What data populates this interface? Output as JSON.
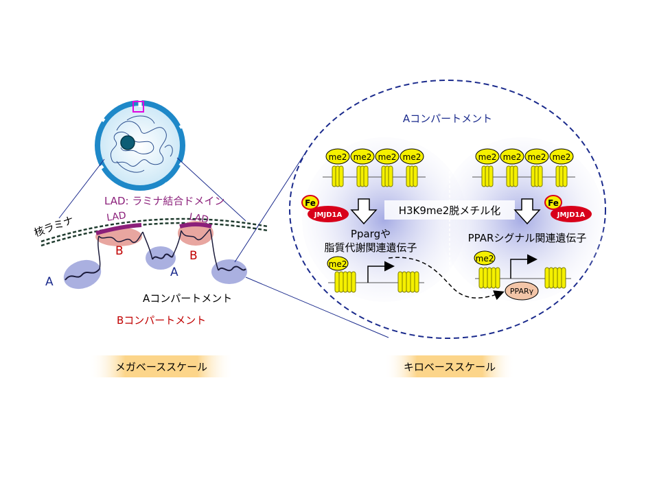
{
  "left": {
    "lad_title": "LAD: ラミナ結合ドメイン",
    "lamina_label": "核ラミナ",
    "lad_label_1": "LAD",
    "lad_label_2": "LAD",
    "b_label_1": "B",
    "b_label_2": "B",
    "a_label_1": "A",
    "a_label_2": "A",
    "a_compartment": "Aコンパートメント",
    "b_compartment": "Bコンパートメント",
    "scale_label": "メガベーススケール"
  },
  "right": {
    "compartment_title": "Aコンパートメント",
    "me2_labels": [
      "me2",
      "me2",
      "me2",
      "me2",
      "me2",
      "me2",
      "me2",
      "me2"
    ],
    "me2_lower_left": "me2",
    "me2_lower_right": "me2",
    "fe_left": "Fe",
    "fe_right": "Fe",
    "jmjd_left": "JMJD1A",
    "jmjd_right": "JMJD1A",
    "demethylation": "H3K9me2脱メチル化",
    "pparg_line1": "Ppargや",
    "pparg_line2": "脂質代謝関連遺伝子",
    "ppar_signal": "PPARシグナル関連遺伝子",
    "ppar_protein": "PPARγ",
    "scale_label": "キロベーススケール"
  },
  "colors": {
    "navy": "#1a2a8c",
    "me2_yellow": "#f5f000",
    "jmjd_red": "#d8001a",
    "lad_purple": "#8b1f7a",
    "b_pink": "#e8a6a0",
    "a_lavender": "#aab0e0",
    "scale_orange": "#fcd58a"
  }
}
